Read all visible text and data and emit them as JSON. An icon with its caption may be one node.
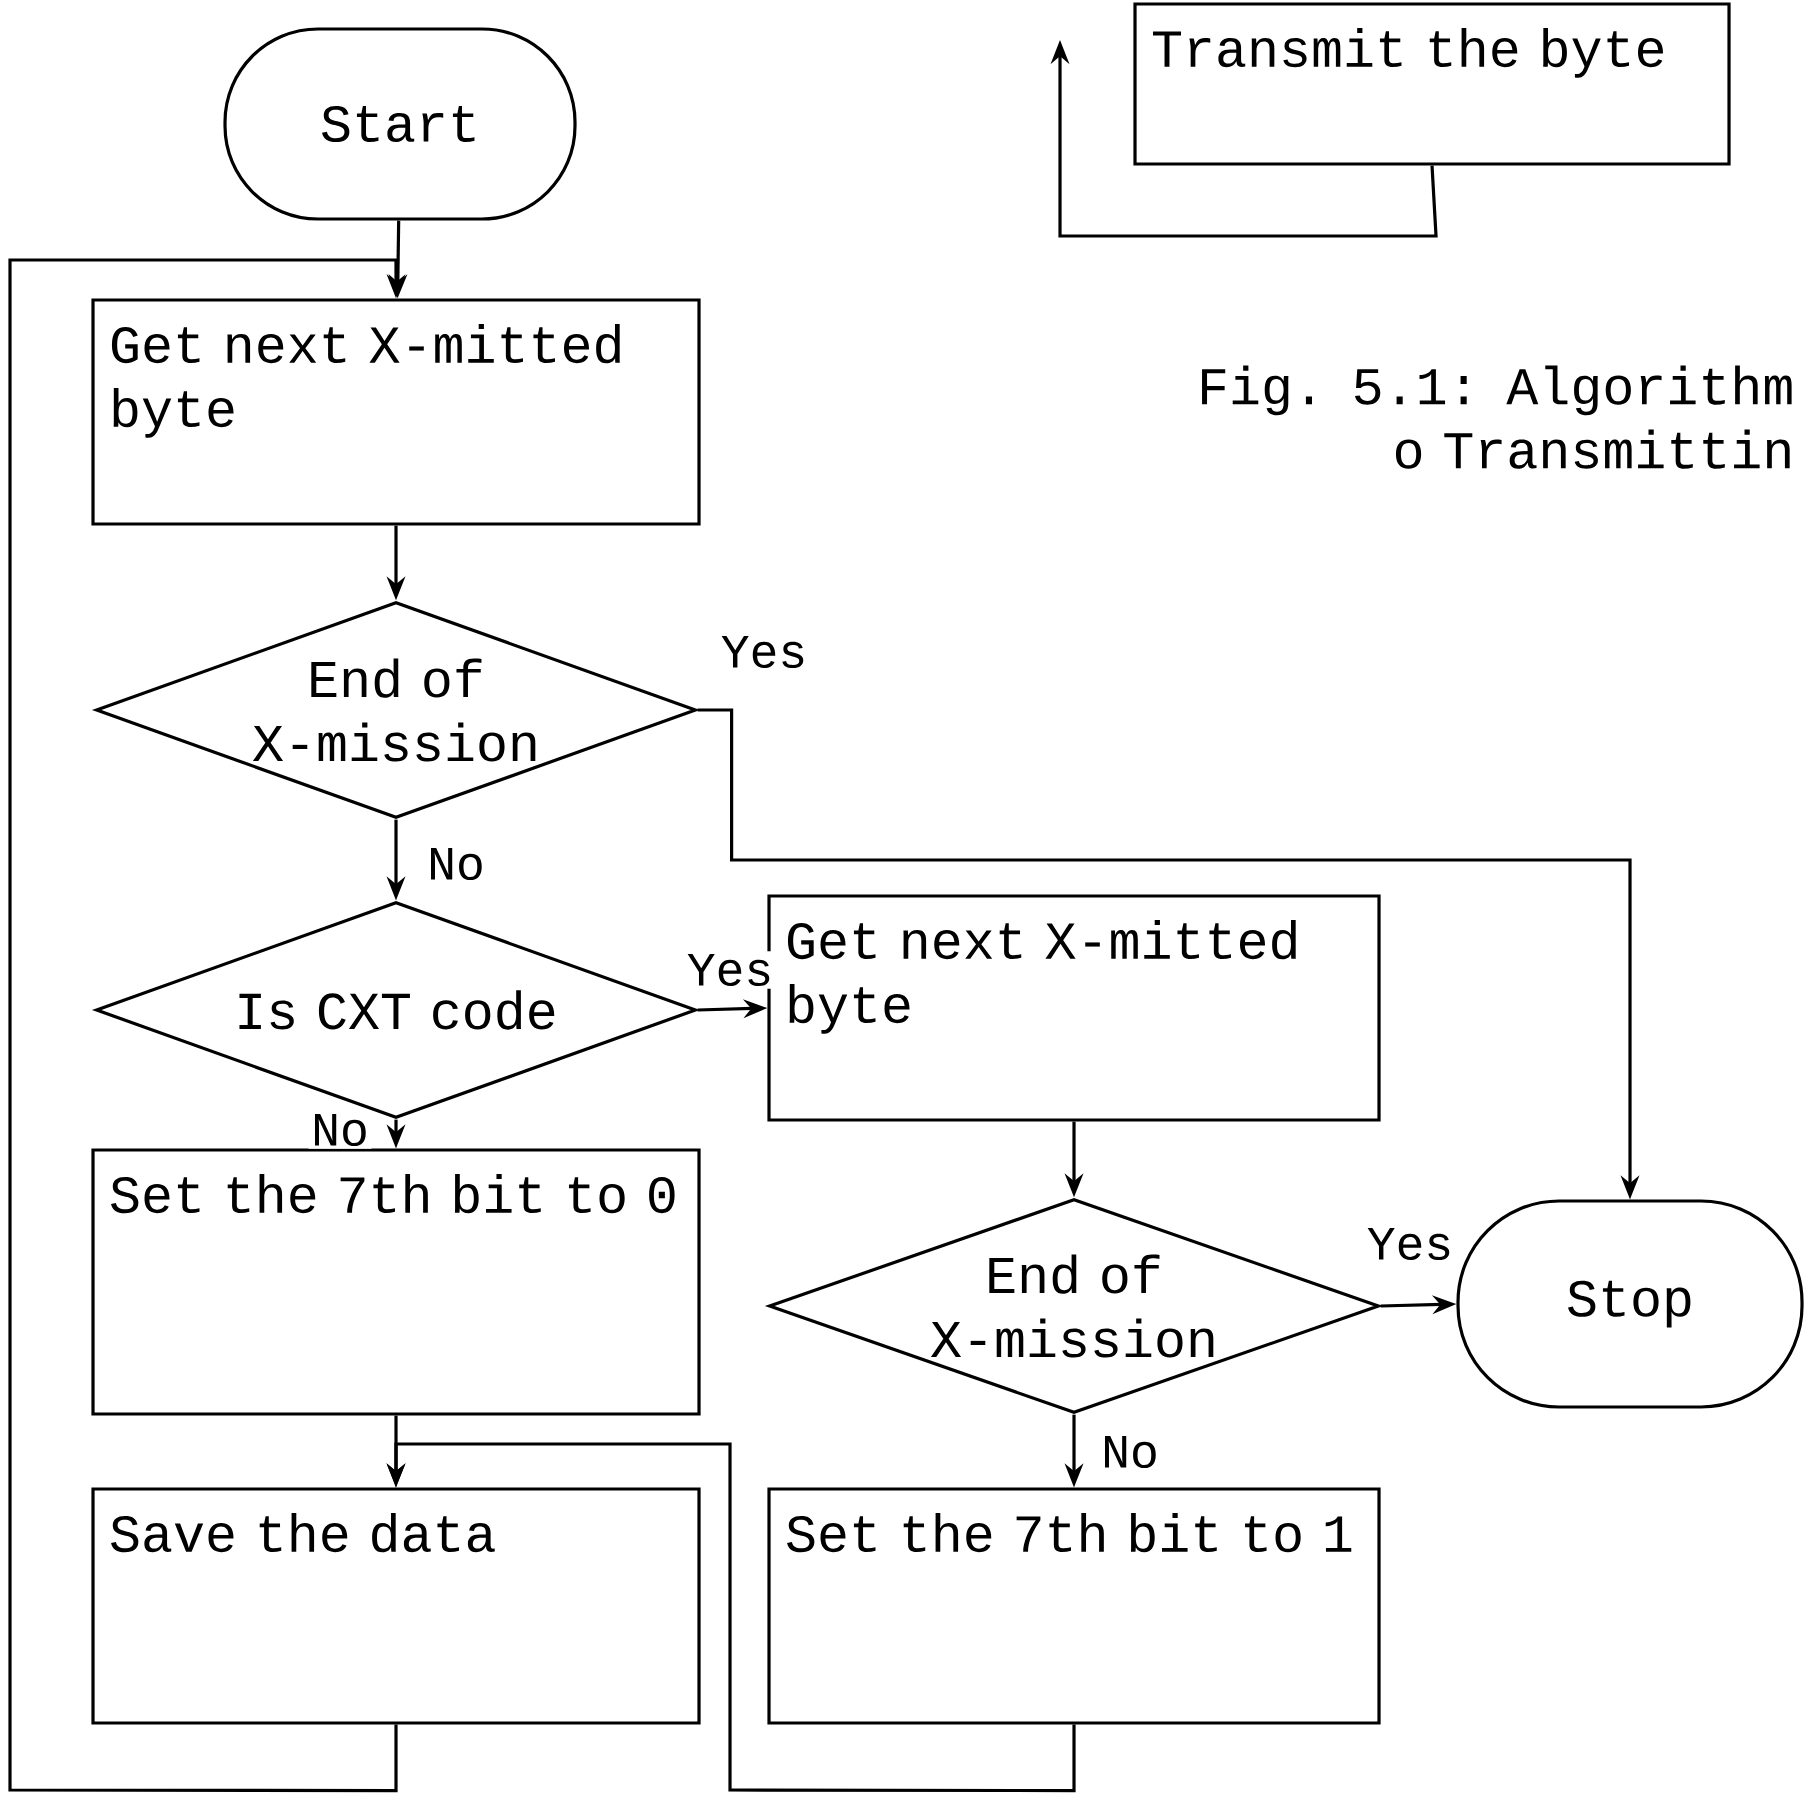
{
  "diagram": {
    "caption": "Fig. 5.1: Algorithm o Transmittin",
    "nodes": [
      {
        "text": [
          "Start"
        ]
      },
      {
        "text": [
          "Get next X-mitted byte"
        ]
      },
      {
        "text": [
          "End of X-mission"
        ]
      },
      {
        "text": [
          "Is CXT code"
        ]
      },
      {
        "text": [
          "Get next X-mitted byte"
        ]
      },
      {
        "text": [
          "End of X-mission"
        ]
      },
      {
        "text": [
          "Stop"
        ]
      },
      {
        "text": [
          "Set the 7th bit to 0"
        ]
      },
      {
        "text": [
          "Save the data"
        ]
      },
      {
        "text": [
          "Set the 7th bit to 1"
        ]
      },
      {
        "text": [
          "Transmit the byte"
        ]
      }
    ],
    "edges": [
      {
        "from": 0,
        "to": 1,
        "arrow": "to"
      },
      {
        "from": 1,
        "to": 2,
        "arrow": "to"
      },
      {
        "from": 2,
        "to": 6,
        "arrow": "to",
        "label": "Yes"
      },
      {
        "from": 2,
        "to": 3,
        "arrow": "to",
        "label": "No"
      },
      {
        "from": 3,
        "to": 4,
        "arrow": "to",
        "label": "Yes"
      },
      {
        "from": 3,
        "to": 7,
        "arrow": "to",
        "label": "No"
      },
      {
        "from": 4,
        "to": 5,
        "arrow": "to"
      },
      {
        "from": 5,
        "to": 6,
        "arrow": "to",
        "label": "Yes"
      },
      {
        "from": 5,
        "to": 9,
        "arrow": "to",
        "label": "No"
      },
      {
        "from": 7,
        "to": 8,
        "arrow": "to"
      },
      {
        "from": 9,
        "to": 8,
        "arrow": "to"
      },
      {
        "from": 8,
        "to": 1,
        "arrow": "to"
      },
      {
        "from": 10,
        "to": null,
        "arrow": "to"
      }
    ]
  }
}
